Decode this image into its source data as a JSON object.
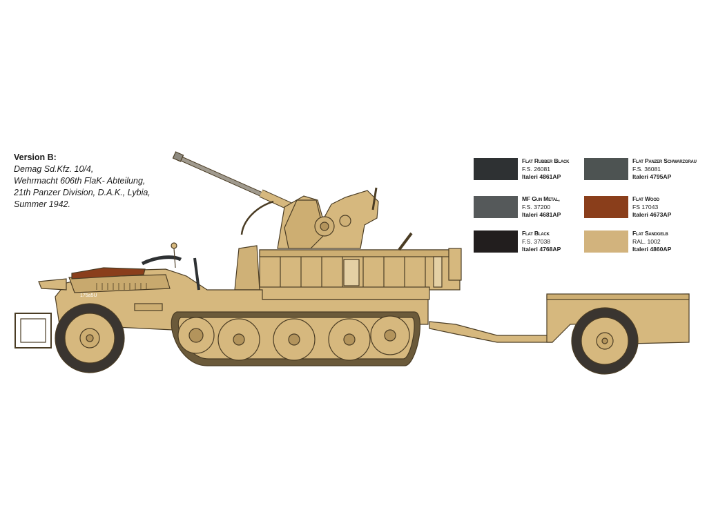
{
  "caption": {
    "title": "Version B:",
    "lines": [
      "Demag Sd.Kfz. 10/4,",
      "Wehrmacht 606th FlaK- Abteilung,",
      "21th Panzer Division, D.A.K., Lybia,",
      "Summer 1942."
    ]
  },
  "vehicle": {
    "number_plate": "175a5U"
  },
  "paints": [
    {
      "name": "Flat Rubber Black",
      "code1": "F.S. 26081",
      "code2": "Italeri 4861AP",
      "color": "#2e3133"
    },
    {
      "name": "Flat Panzer Schwarzgrau",
      "code1": "F.S. 36081",
      "code2": "Italeri 4795AP",
      "color": "#4d5352"
    },
    {
      "name": "MF Gun Metal,",
      "code1": "F.S. 37200",
      "code2": "Italeri 4681AP",
      "color": "#55595a"
    },
    {
      "name": "Flat Wood",
      "code1": "FS 17043",
      "code2": "Italeri 4673AP",
      "color": "#8a3e1b"
    },
    {
      "name": "Flat Black",
      "code1": "F.S. 37038",
      "code2": "Italeri 4768AP",
      "color": "#221e1e"
    },
    {
      "name": "Flat Sandgelb",
      "code1": "RAL. 1002",
      "code2": "Italeri 4860AP",
      "color": "#d2b37d"
    }
  ],
  "colors": {
    "sand": "#d6b87e",
    "sand_dark": "#b3945c",
    "outline": "#4a3c24",
    "wood": "#8a3e1b",
    "track": "#6b5a3a"
  }
}
